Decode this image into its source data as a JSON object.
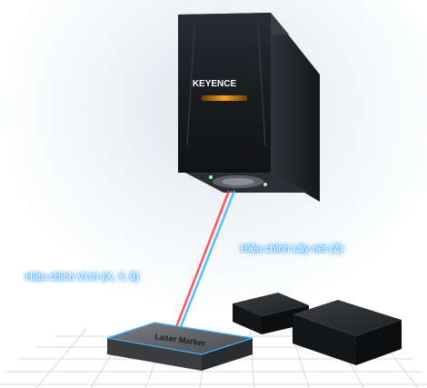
{
  "device": {
    "brand_logo": "KEYENCE",
    "model_text": "",
    "status_light_color": "#f5a623"
  },
  "annotations": {
    "focus_correction": "Hiệu chỉnh Lấy nét (Z)",
    "position_correction": "Hiệu chỉnh Vị trí (X, Y, θ)"
  },
  "workpieces": {
    "count": 3,
    "printed_marking": "Laser Marker"
  },
  "colors": {
    "laser_blue": "#3fb2ff",
    "laser_red": "#ff3b3b",
    "label_glow": "#1e90ff",
    "housing": "#1c1e22",
    "grid": "#c8c8c8"
  }
}
